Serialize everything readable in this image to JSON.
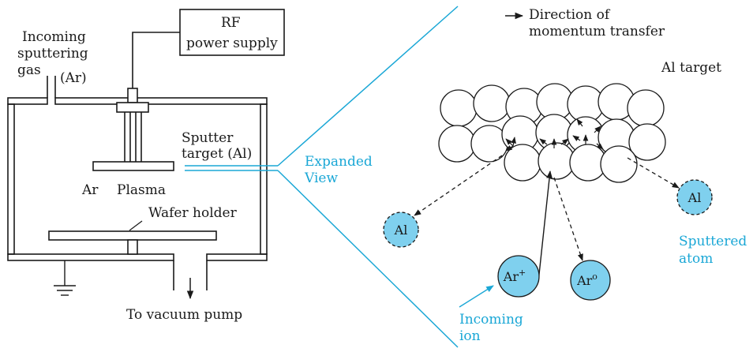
{
  "labels": {
    "incoming_1": "Incoming",
    "incoming_2": "sputtering",
    "incoming_3a": "gas",
    "incoming_3b": "(Ar)",
    "rf_1": "RF",
    "rf_2": "power supply",
    "target_1": "Sputter",
    "target_2": "target (Al)",
    "ar": "Ar",
    "plasma": "Plasma",
    "wafer_holder": "Wafer holder",
    "vacuum": "To vacuum pump",
    "expanded_1": "Expanded",
    "expanded_2": "View",
    "direction_1": "Direction of",
    "direction_2": "momentum transfer",
    "al_target": "Al target",
    "sputtered_1": "Sputtered",
    "sputtered_2": "atom",
    "incoming_ion_1": "Incoming",
    "incoming_ion_2": "ion"
  },
  "atoms": {
    "al_left": "Al",
    "al_right": "Al",
    "ar_ion": "Ar",
    "ar_ion_sup": "+",
    "ar_neutral": "Ar",
    "ar_neutral_sup": "o"
  },
  "colors": {
    "accent": "#1aa7d6",
    "atom_fill": "#7fd0ee",
    "line": "#1a1a1a"
  }
}
